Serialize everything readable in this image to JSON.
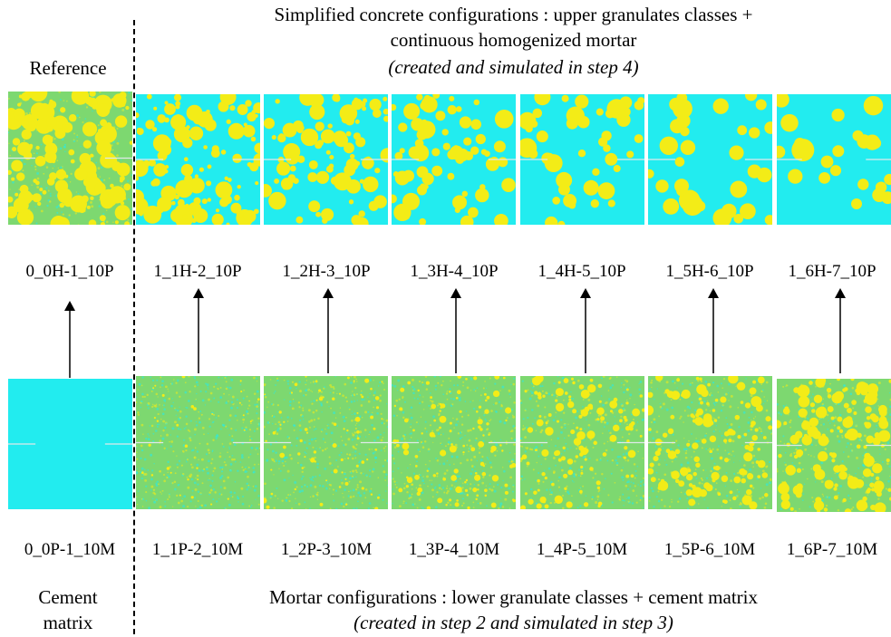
{
  "header_top": {
    "line1": "Simplified concrete configurations : upper granulates classes +",
    "line2": "continuous homogenized mortar",
    "line3": "(created and simulated in step 4)"
  },
  "header_bottom": {
    "line1": "Mortar configurations : lower granulate classes + cement matrix",
    "line2": "(created in step 2 and simulated in step 3)"
  },
  "reference_label": "Reference",
  "cement_label": {
    "line1": "Cement",
    "line2": "matrix"
  },
  "colors": {
    "matrix": "#22ecef",
    "aggregate": "#f3ec17",
    "mortar": "#7dd870"
  },
  "top_row": [
    {
      "label": "0_0H-1_10P",
      "matrix": "mortar"
    },
    {
      "label": "1_1H-2_10P",
      "matrix": "cyan"
    },
    {
      "label": "1_2H-3_10P",
      "matrix": "cyan"
    },
    {
      "label": "1_3H-4_10P",
      "matrix": "cyan"
    },
    {
      "label": "1_4H-5_10P",
      "matrix": "cyan"
    },
    {
      "label": "1_5H-6_10P",
      "matrix": "cyan"
    },
    {
      "label": "1_6H-7_10P",
      "matrix": "cyan"
    }
  ],
  "bottom_row": [
    {
      "label": "0_0P-1_10M",
      "matrix": "cyan"
    },
    {
      "label": "1_1P-2_10M",
      "matrix": "mortar"
    },
    {
      "label": "1_2P-3_10M",
      "matrix": "mortar"
    },
    {
      "label": "1_3P-4_10M",
      "matrix": "mortar"
    },
    {
      "label": "1_4P-5_10M",
      "matrix": "mortar"
    },
    {
      "label": "1_5P-6_10M",
      "matrix": "mortar"
    },
    {
      "label": "1_6P-7_10M",
      "matrix": "mortar"
    }
  ]
}
